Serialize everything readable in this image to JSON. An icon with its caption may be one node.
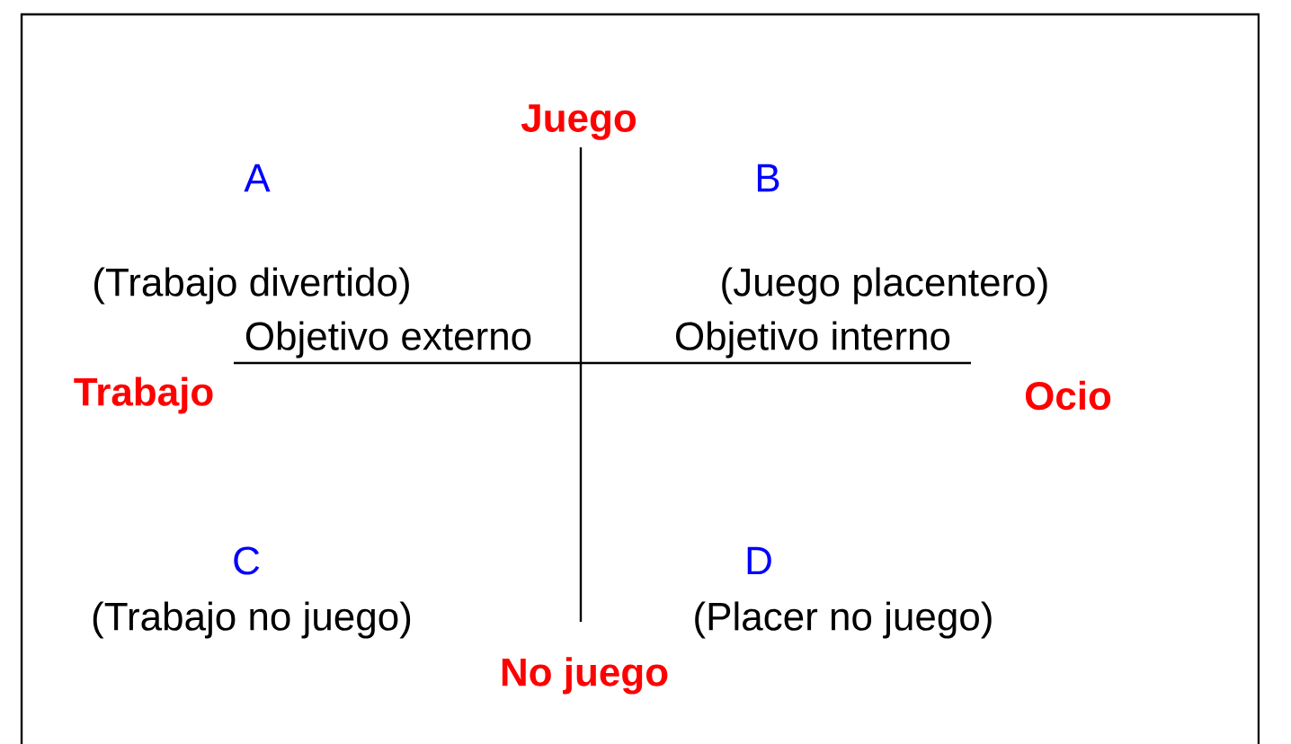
{
  "diagram": {
    "labels": [
      "Juego",
      "A",
      "B",
      "(Trabajo divertido)",
      "(Juego placentero)",
      "Objetivo externo",
      "Objetivo interno",
      "Trabajo",
      "Ocio",
      "C",
      "D",
      "(Trabajo no juego)",
      "(Placer no juego)",
      "No juego"
    ]
  }
}
